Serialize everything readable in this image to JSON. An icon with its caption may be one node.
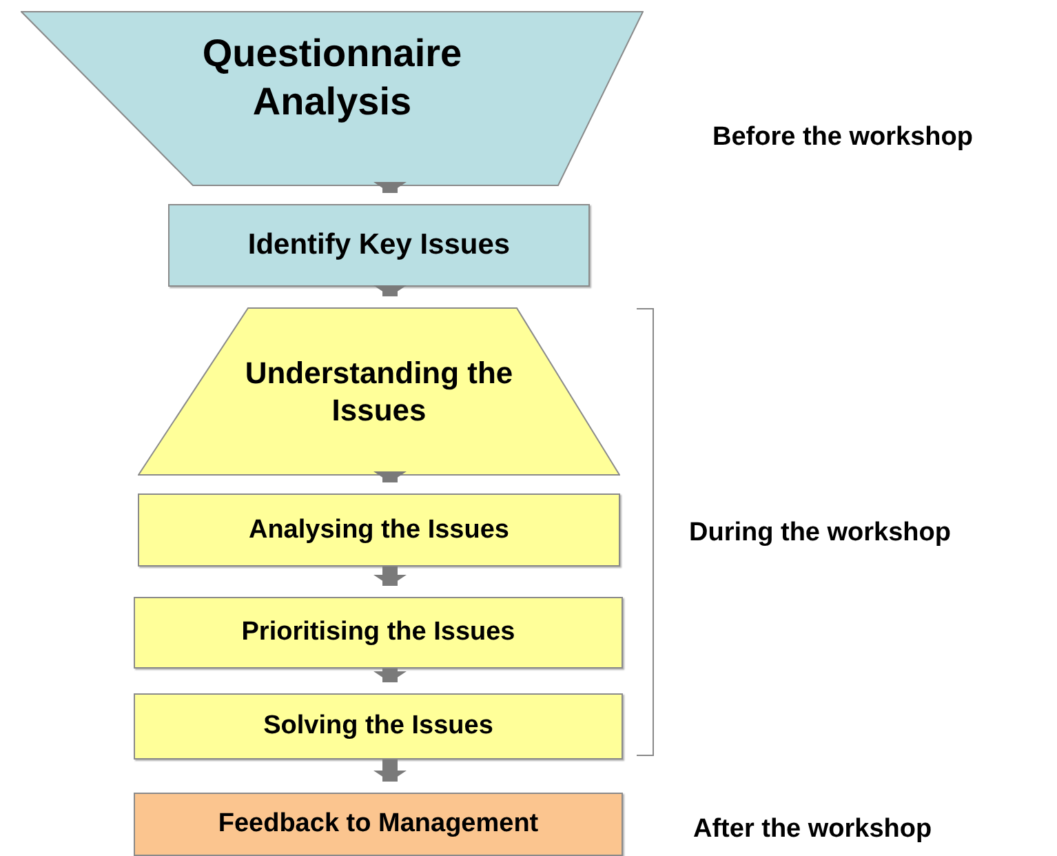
{
  "diagram": {
    "nodes": [
      {
        "text": [
          "Questionnaire Analysis"
        ]
      },
      {
        "text": [
          "Identify Key Issues"
        ]
      },
      {
        "text": [
          "Understanding the Issues"
        ]
      },
      {
        "text": [
          "Analysing the Issues"
        ]
      },
      {
        "text": [
          "Prioritising the Issues"
        ]
      },
      {
        "text": [
          "Solving the Issues"
        ]
      },
      {
        "text": [
          "Feedback to Management"
        ]
      }
    ],
    "edges": [
      {
        "from": 0,
        "to": 1,
        "arrow": "to"
      },
      {
        "from": 1,
        "to": 2,
        "arrow": "to"
      },
      {
        "from": 2,
        "to": 3,
        "arrow": "to"
      },
      {
        "from": 3,
        "to": 4,
        "arrow": "to"
      },
      {
        "from": 4,
        "to": 5,
        "arrow": "to"
      },
      {
        "from": 5,
        "to": 6,
        "arrow": "to"
      }
    ],
    "labels": [
      "Before the workshop",
      "During the workshop",
      "After the workshop"
    ]
  }
}
